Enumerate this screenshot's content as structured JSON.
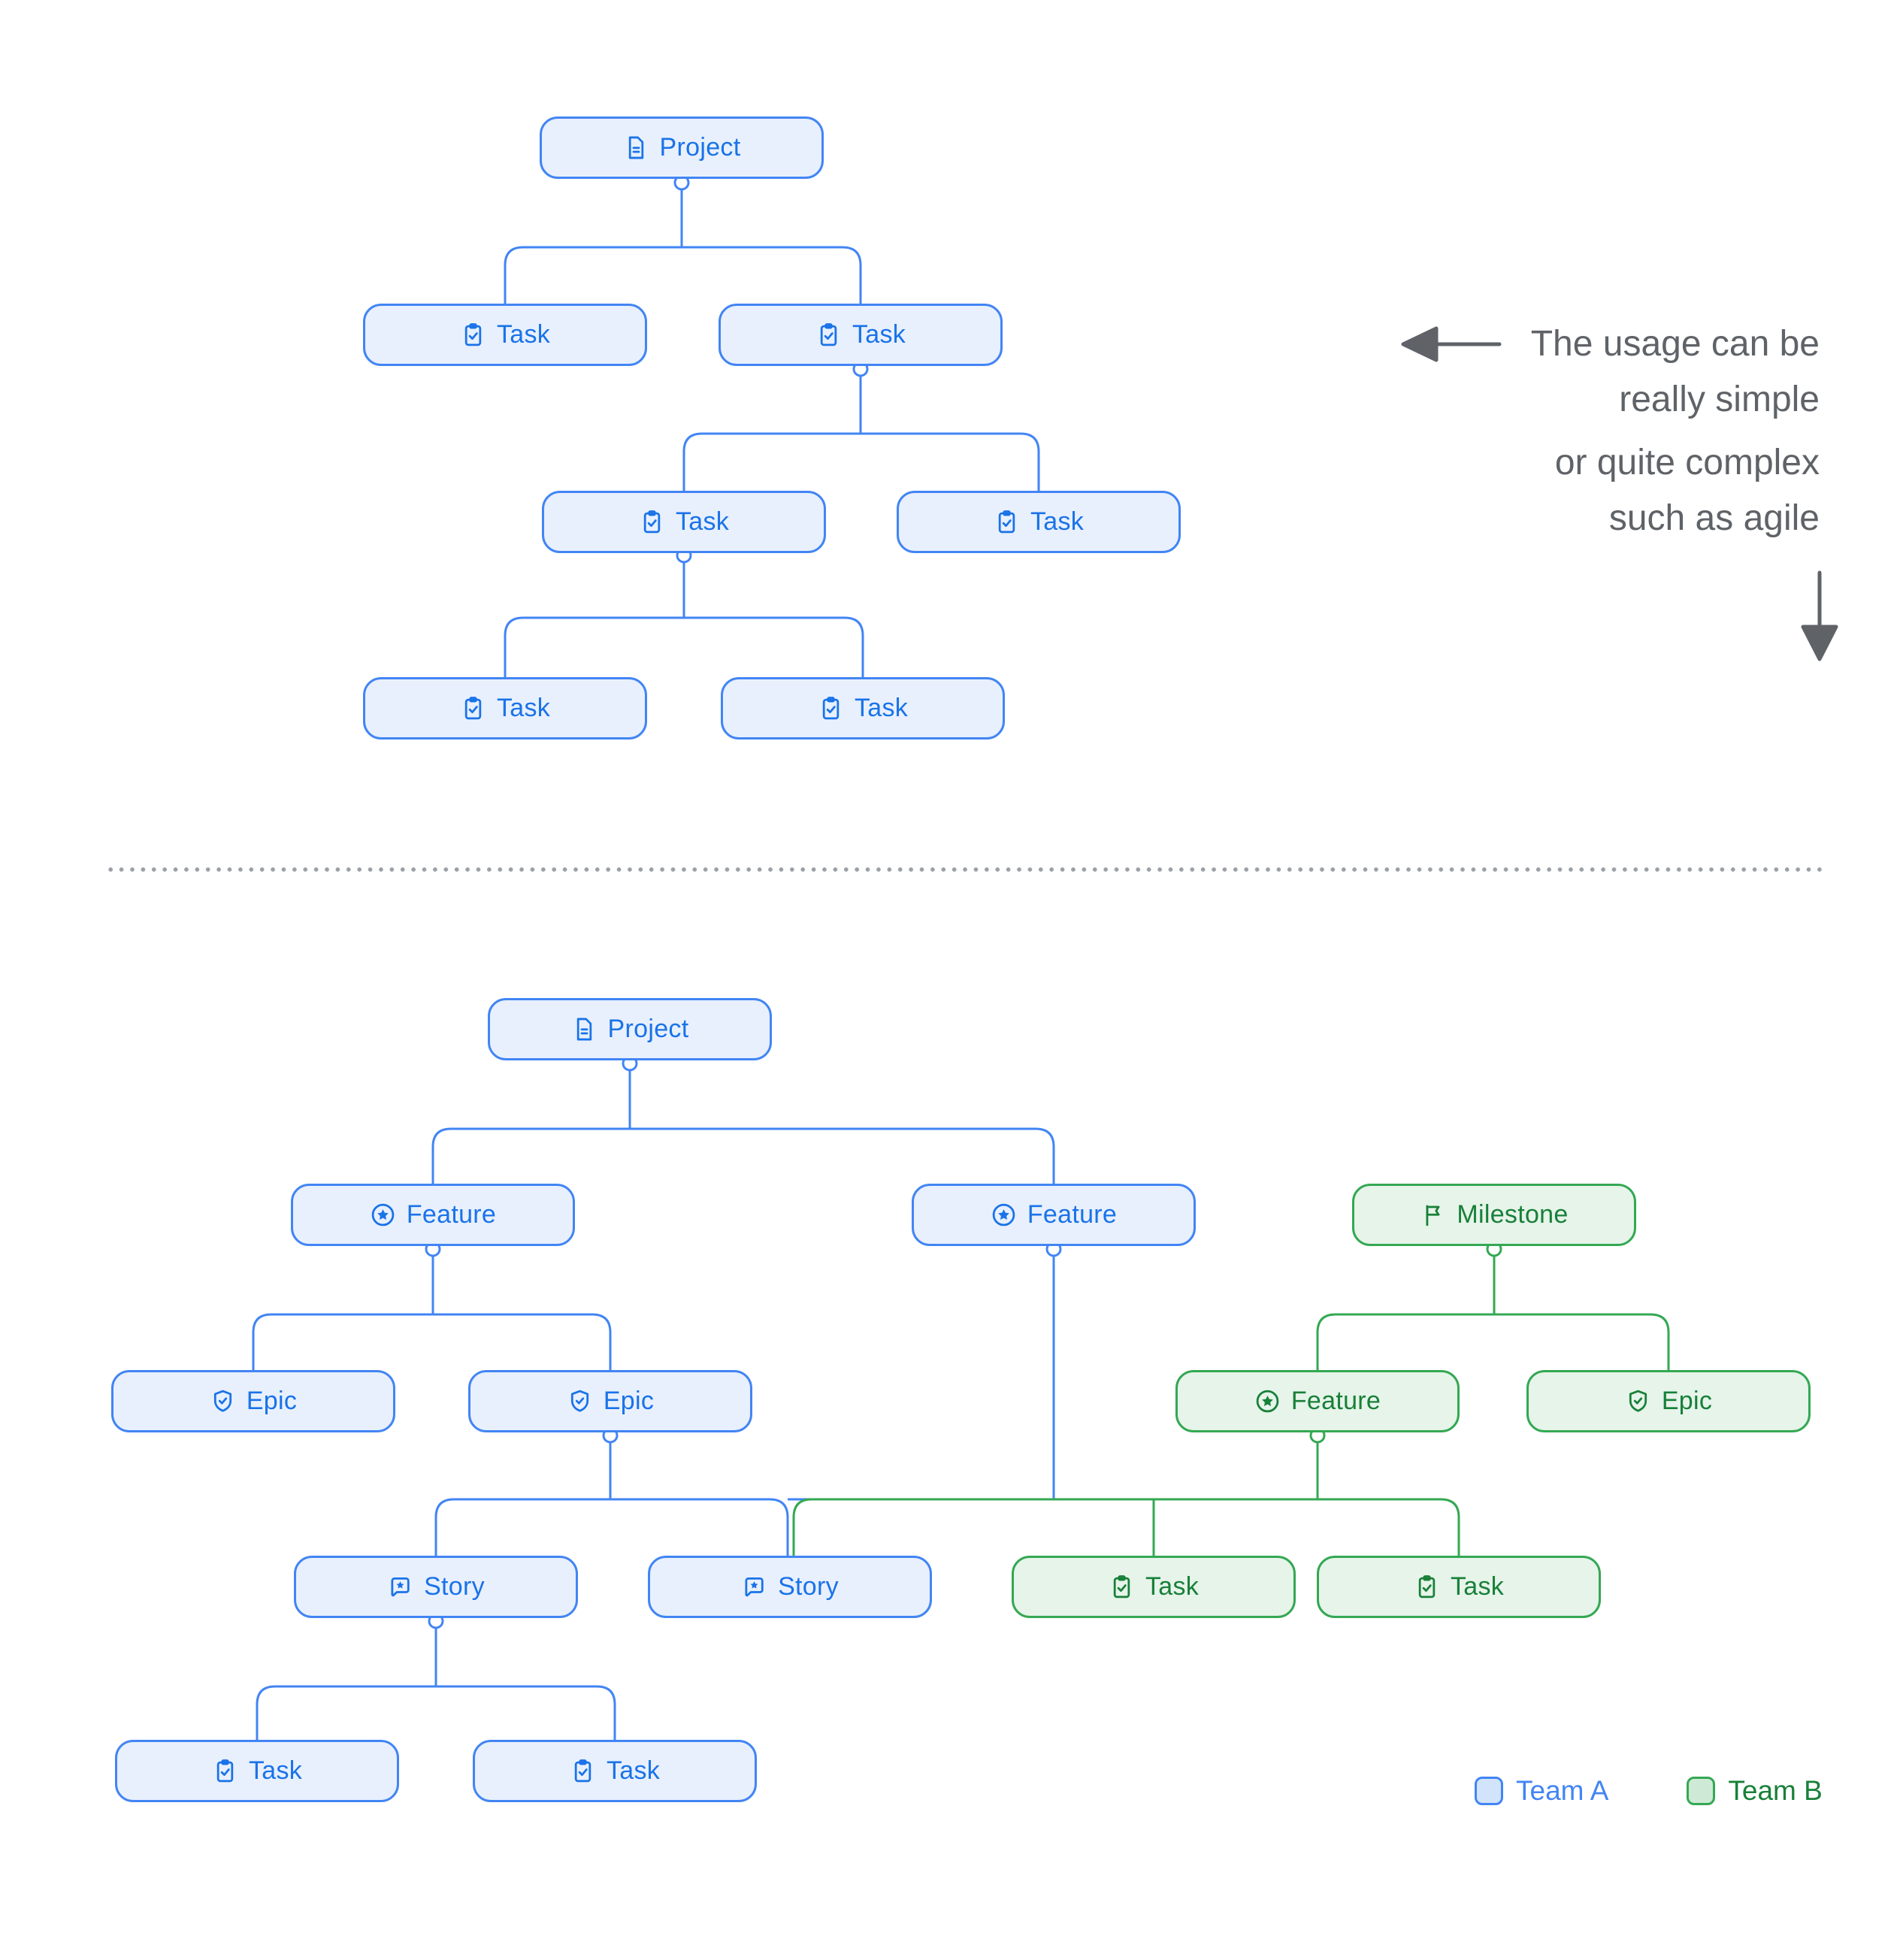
{
  "colors": {
    "team_a_border": "#4285F4",
    "team_a_fill": "#E8F0FE",
    "team_a_text": "#1A73E8",
    "team_b_border": "#34A853",
    "team_b_fill": "#E6F4EA",
    "team_b_text": "#188038",
    "annotation_text": "#5F6368",
    "divider_dots": "#9AA0A6"
  },
  "icons": {
    "project": "document-icon",
    "task": "task-check-icon",
    "feature": "feature-star-icon",
    "epic": "epic-shield-icon",
    "story": "story-bubble-icon",
    "milestone": "milestone-flag-icon"
  },
  "annotation": {
    "line1": "The usage can be",
    "line2": "really simple",
    "line3": "or quite complex",
    "line4": "such as agile"
  },
  "legend": {
    "team_a": "Team A",
    "team_b": "Team B"
  },
  "simple_tree": {
    "nodes": [
      {
        "id": "project",
        "label": "Project",
        "team": "A"
      },
      {
        "id": "task-1",
        "label": "Task",
        "team": "A"
      },
      {
        "id": "task-2",
        "label": "Task",
        "team": "A"
      },
      {
        "id": "task-3",
        "label": "Task",
        "team": "A"
      },
      {
        "id": "task-4",
        "label": "Task",
        "team": "A"
      },
      {
        "id": "task-5",
        "label": "Task",
        "team": "A"
      },
      {
        "id": "task-6",
        "label": "Task",
        "team": "A"
      }
    ]
  },
  "agile_tree": {
    "nodes": [
      {
        "id": "project",
        "label": "Project",
        "team": "A"
      },
      {
        "id": "feature-1",
        "label": "Feature",
        "team": "A"
      },
      {
        "id": "feature-2",
        "label": "Feature",
        "team": "A"
      },
      {
        "id": "milestone",
        "label": "Milestone",
        "team": "B"
      },
      {
        "id": "epic-1",
        "label": "Epic",
        "team": "A"
      },
      {
        "id": "epic-2",
        "label": "Epic",
        "team": "A"
      },
      {
        "id": "feature-3",
        "label": "Feature",
        "team": "B"
      },
      {
        "id": "epic-3",
        "label": "Epic",
        "team": "B"
      },
      {
        "id": "story-1",
        "label": "Story",
        "team": "A"
      },
      {
        "id": "story-2",
        "label": "Story",
        "team": "A"
      },
      {
        "id": "task-b1",
        "label": "Task",
        "team": "B"
      },
      {
        "id": "task-b2",
        "label": "Task",
        "team": "B"
      },
      {
        "id": "task-a1",
        "label": "Task",
        "team": "A"
      },
      {
        "id": "task-a2",
        "label": "Task",
        "team": "A"
      }
    ]
  }
}
